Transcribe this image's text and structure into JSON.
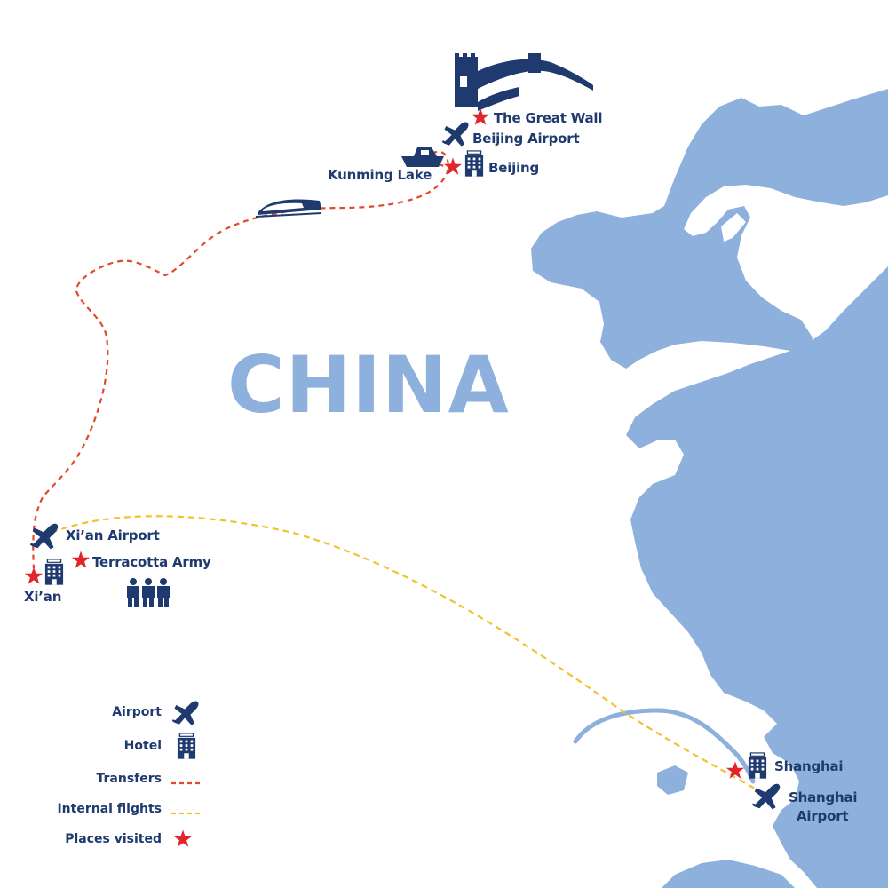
{
  "map": {
    "country_label": "CHINA",
    "colors": {
      "land_water": "#8eb0dd",
      "icon_navy": "#1f3a6e",
      "star_red": "#e0252b",
      "transfers_line": "#e04a2a",
      "flights_line": "#f2c12e",
      "background": "#ffffff"
    },
    "places": [
      {
        "name": "The Great Wall",
        "type": "place-visited",
        "icon": "great-wall-icon"
      },
      {
        "name": "Beijing Airport",
        "type": "airport",
        "icon": "airplane-icon"
      },
      {
        "name": "Kunming Lake",
        "type": "place-visited",
        "icon": "boat-icon"
      },
      {
        "name": "Beijing",
        "type": "hotel",
        "icon": "hotel-icon"
      },
      {
        "name": "Xi’an Airport",
        "type": "airport",
        "icon": "airplane-icon"
      },
      {
        "name": "Terracotta Army",
        "type": "place-visited",
        "icon": "terracotta-warriors-icon"
      },
      {
        "name": "Xi’an",
        "type": "hotel",
        "icon": "hotel-icon"
      },
      {
        "name": "Shanghai",
        "type": "hotel",
        "icon": "hotel-icon"
      },
      {
        "name": "Shanghai Airport",
        "line1": "Shanghai",
        "line2": "Airport",
        "type": "airport",
        "icon": "airplane-icon"
      }
    ],
    "routes": [
      {
        "type": "transfers",
        "from": "Beijing",
        "to": "Xi’an",
        "mode": "train",
        "icon": "train-icon"
      },
      {
        "type": "internal-flights",
        "from": "Xi’an Airport",
        "to": "Shanghai Airport"
      }
    ]
  },
  "legend": {
    "items": [
      {
        "label": "Airport",
        "symbol": "airplane-icon"
      },
      {
        "label": "Hotel",
        "symbol": "hotel-icon"
      },
      {
        "label": "Transfers",
        "symbol": "red-dashed-line"
      },
      {
        "label": "Internal flights",
        "symbol": "yellow-dashed-line"
      },
      {
        "label": "Places visited",
        "symbol": "red-star"
      }
    ]
  }
}
